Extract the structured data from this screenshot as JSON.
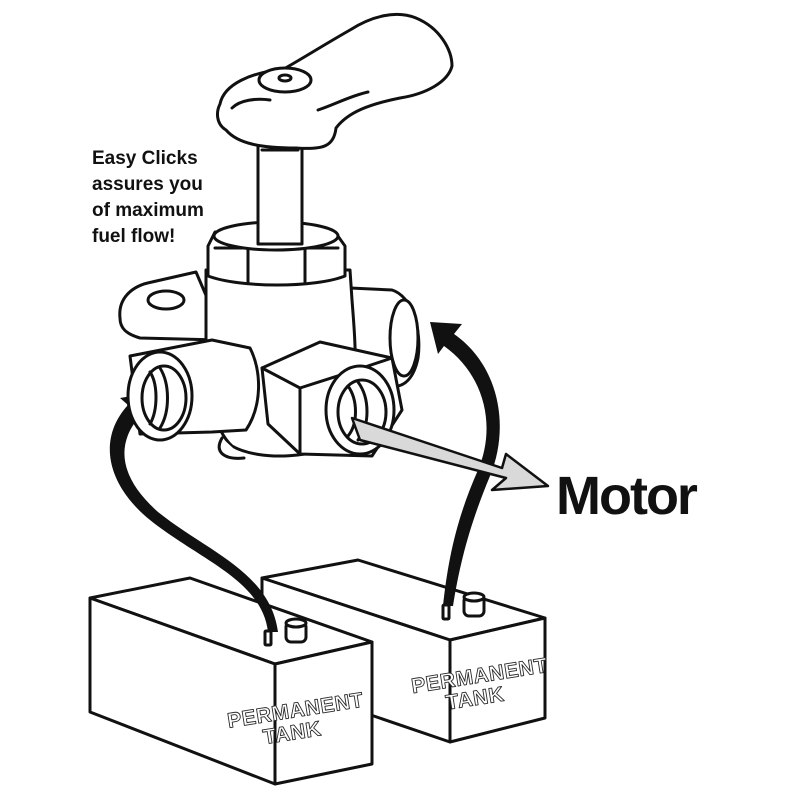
{
  "caption": {
    "lines": [
      "Easy Clicks",
      "assures you",
      "of maximum",
      "fuel flow!"
    ]
  },
  "outlet_label": "Motor",
  "tanks": [
    {
      "line1": "PERMANENT",
      "line2": "TANK"
    },
    {
      "line1": "PERMANENT",
      "line2": "TANK"
    }
  ],
  "colors": {
    "ink": "#111111",
    "paper": "#ffffff",
    "arrow_fill": "#d9d9d9"
  }
}
